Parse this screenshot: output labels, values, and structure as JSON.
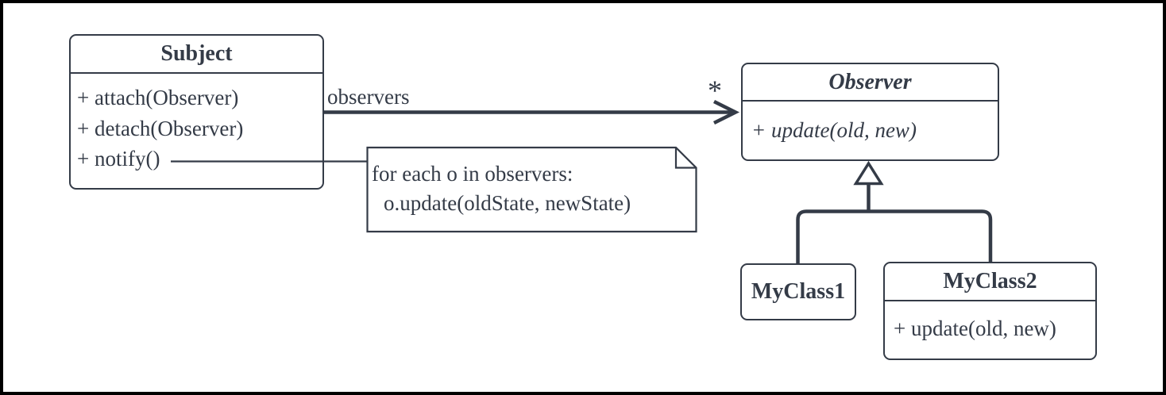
{
  "diagram": {
    "classes": {
      "subject": {
        "name": "Subject",
        "methods": [
          "+ attach(Observer)",
          "+ detach(Observer)",
          "+ notify()"
        ]
      },
      "observer": {
        "name": "Observer",
        "methods": [
          "+ update(old, new)"
        ]
      },
      "myclass1": {
        "name": "MyClass1"
      },
      "myclass2": {
        "name": "MyClass2",
        "methods": [
          "+ update(old, new)"
        ]
      }
    },
    "association": {
      "label": "observers",
      "multiplicity": "*"
    },
    "note": {
      "line1": "for each o in observers:",
      "line2": "o.update(oldState, newState)"
    },
    "colors": {
      "stroke": "#343b47",
      "text": "#343b47",
      "shape_fill": "#ffffff",
      "canvas_border": "#000000"
    }
  }
}
